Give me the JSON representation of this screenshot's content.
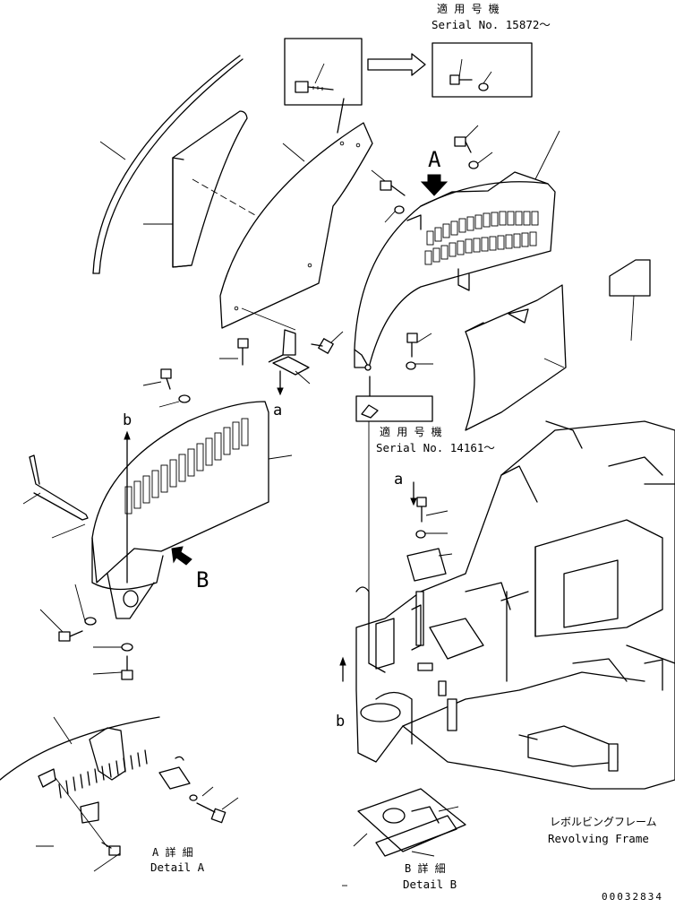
{
  "labels": {
    "serial_top_jp": "適 用 号 機",
    "serial_top_en": "Serial No. 15872～",
    "serial_mid_jp": "適 用 号 機",
    "serial_mid_en": "Serial No. 14161～",
    "view_a": "A",
    "view_b": "B",
    "arrow_a_small": "a",
    "arrow_b_small": "b",
    "arrow_a_small_2": "a",
    "arrow_b_small_2": "b",
    "detail_a_jp": "A 詳 細",
    "detail_a_en": "Detail A",
    "detail_b_jp": "B 詳 細",
    "detail_b_en": "Detail B",
    "frame_jp": "レボルビングフレーム",
    "frame_en": "Revolving Frame",
    "drawing_number": "00032834"
  },
  "icons": [
    "arrow-right-icon",
    "arrow-down-solid-icon",
    "arrow-up-left-solid-icon",
    "arrow-down-icon",
    "arrow-up-icon"
  ]
}
